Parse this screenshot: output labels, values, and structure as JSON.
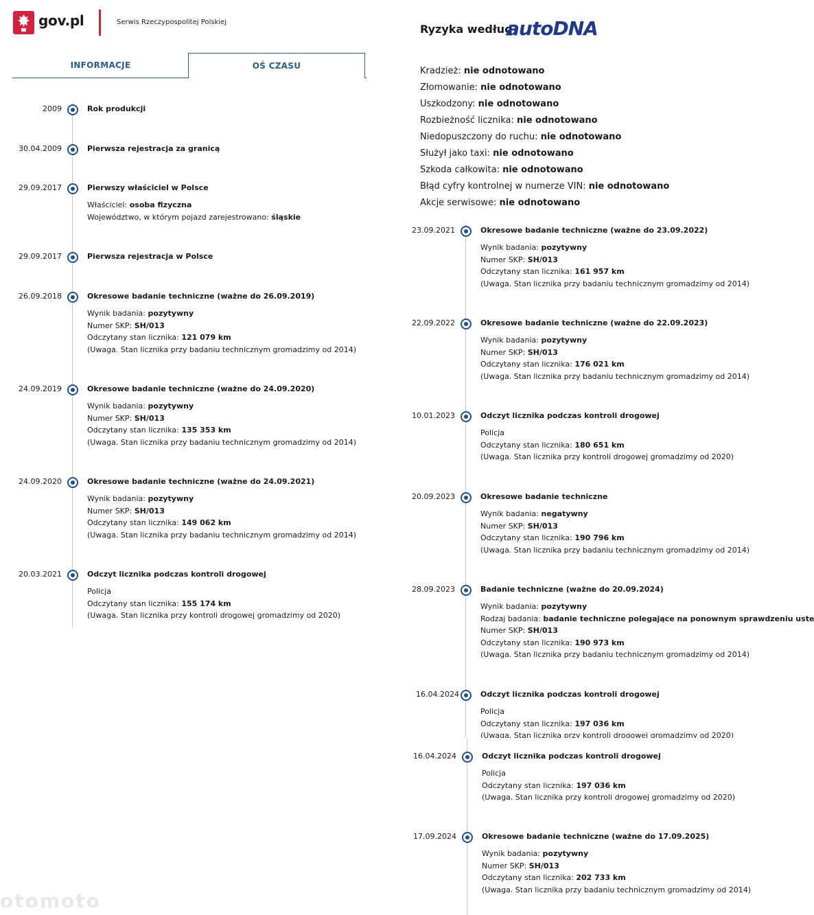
{
  "header": {
    "logo": "gov.pl",
    "subtitle": "Serwis Rzeczypospolitej Polskiej"
  },
  "tabs": [
    {
      "label": "INFORMACJE",
      "active": false
    },
    {
      "label": "OŚ CZASU",
      "active": true
    }
  ],
  "left_timeline": [
    {
      "date": "2009",
      "title": "Rok produkcji",
      "details": []
    },
    {
      "date": "30.04.2009",
      "title": "Pierwsza rejestracja za granicą",
      "details": []
    },
    {
      "date": "29.09.2017",
      "title": "Pierwszy właściciel w Polsce",
      "details": [
        {
          "label": "Właściciel: ",
          "value": "osoba fizyczna"
        },
        {
          "label": "Województwo, w którym pojazd zarejestrowano: ",
          "value": "śląskie"
        }
      ]
    },
    {
      "date": "29.09.2017",
      "title": "Pierwsza rejestracja w Polsce",
      "details": []
    },
    {
      "date": "26.09.2018",
      "title": "Okresowe badanie techniczne (ważne do 26.09.2019)",
      "details": [
        {
          "label": "Wynik badania: ",
          "value": "pozytywny"
        },
        {
          "label": "Numer SKP: ",
          "value": "SH/013"
        },
        {
          "label": "Odczytany stan licznika: ",
          "value": "121 079 km"
        },
        {
          "label": "(Uwaga. Stan licznika przy badaniu technicznym gromadzimy od 2014)",
          "value": ""
        }
      ]
    },
    {
      "date": "24.09.2019",
      "title": "Okresowe badanie techniczne (ważne do 24.09.2020)",
      "details": [
        {
          "label": "Wynik badania: ",
          "value": "pozytywny"
        },
        {
          "label": "Numer SKP: ",
          "value": "SH/013"
        },
        {
          "label": "Odczytany stan licznika: ",
          "value": "135 353 km"
        },
        {
          "label": "(Uwaga. Stan licznika przy badaniu technicznym gromadzimy od 2014)",
          "value": ""
        }
      ]
    },
    {
      "date": "24.09.2020",
      "title": "Okresowe badanie techniczne (ważne do 24.09.2021)",
      "details": [
        {
          "label": "Wynik badania: ",
          "value": "pozytywny"
        },
        {
          "label": "Numer SKP: ",
          "value": "SH/013"
        },
        {
          "label": "Odczytany stan licznika: ",
          "value": "149 062 km"
        },
        {
          "label": "(Uwaga. Stan licznika przy badaniu technicznym gromadzimy od 2014)",
          "value": ""
        }
      ]
    },
    {
      "date": "20.03.2021",
      "title": "Odczyt licznika podczas kontroli drogowej",
      "details": [
        {
          "label": "Policja",
          "value": ""
        },
        {
          "label": "Odczytany stan licznika: ",
          "value": "155 174 km"
        },
        {
          "label": "(Uwaga. Stan licznika przy kontroli drogowej gromadzimy od 2020)",
          "value": ""
        }
      ]
    }
  ],
  "autodna": {
    "heading": "Ryzyka według",
    "logo": "autoDNA",
    "risks": [
      {
        "label": "Kradzież: ",
        "value": "nie odnotowano"
      },
      {
        "label": "Złomowanie: ",
        "value": "nie odnotowano"
      },
      {
        "label": "Uszkodzony: ",
        "value": "nie odnotowano"
      },
      {
        "label": "Rozbieżność licznika: ",
        "value": "nie odnotowano"
      },
      {
        "label": "Niedopuszczony do ruchu: ",
        "value": "nie odnotowano"
      },
      {
        "label": "Służył jako taxi: ",
        "value": "nie odnotowano"
      },
      {
        "label": "Szkoda całkowita: ",
        "value": "nie odnotowano"
      },
      {
        "label": "Błąd cyfry kontrolnej w numerze VIN: ",
        "value": "nie odnotowano"
      },
      {
        "label": "Akcje serwisowe: ",
        "value": "nie odnotowano"
      }
    ]
  },
  "right_timeline": [
    {
      "date": "23.09.2021",
      "title": "Okresowe badanie techniczne (ważne do 23.09.2022)",
      "details": [
        {
          "label": "Wynik badania: ",
          "value": "pozytywny"
        },
        {
          "label": "Numer SKP: ",
          "value": "SH/013"
        },
        {
          "label": "Odczytany stan licznika: ",
          "value": "161 957 km"
        },
        {
          "label": "(Uwaga. Stan licznika przy badaniu technicznym gromadzimy od 2014)",
          "value": ""
        }
      ]
    },
    {
      "date": "22.09.2022",
      "title": "Okresowe badanie techniczne (ważne do 22.09.2023)",
      "details": [
        {
          "label": "Wynik badania: ",
          "value": "pozytywny"
        },
        {
          "label": "Numer SKP: ",
          "value": "SH/013"
        },
        {
          "label": "Odczytany stan licznika: ",
          "value": "176 021 km"
        },
        {
          "label": "(Uwaga. Stan licznika przy badaniu technicznym gromadzimy od 2014)",
          "value": ""
        }
      ]
    },
    {
      "date": "10.01.2023",
      "title": "Odczyt licznika podczas kontroli drogowej",
      "details": [
        {
          "label": "Policja",
          "value": ""
        },
        {
          "label": "Odczytany stan licznika: ",
          "value": "180 651 km"
        },
        {
          "label": "(Uwaga. Stan licznika przy kontroli drogowej gromadzimy od 2020)",
          "value": ""
        }
      ]
    },
    {
      "date": "20.09.2023",
      "title": "Okresowe badanie techniczne",
      "details": [
        {
          "label": "Wynik badania: ",
          "value": "negatywny"
        },
        {
          "label": "Numer SKP: ",
          "value": "SH/013"
        },
        {
          "label": "Odczytany stan licznika: ",
          "value": "190 796 km"
        },
        {
          "label": "(Uwaga. Stan licznika przy badaniu technicznym gromadzimy od 2014)",
          "value": ""
        }
      ]
    },
    {
      "date": "28.09.2023",
      "title": "Badanie techniczne (ważne do 20.09.2024)",
      "details": [
        {
          "label": "Wynik badania: ",
          "value": "pozytywny"
        },
        {
          "label": "Rodzaj badania: ",
          "value": "badanie techniczne polegające na ponownym sprawdzeniu usterek"
        },
        {
          "label": "Numer SKP: ",
          "value": "SH/013"
        },
        {
          "label": "Odczytany stan licznika: ",
          "value": "190 973 km"
        },
        {
          "label": "(Uwaga. Stan licznika przy badaniu technicznym gromadzimy od 2014)",
          "value": ""
        }
      ]
    },
    {
      "date": "16.04.2024",
      "title": "Odczyt licznika podczas kontroli drogowej",
      "details": [
        {
          "label": "Policja",
          "value": ""
        },
        {
          "label": "Odczytany stan licznika: ",
          "value": "197 036 km"
        },
        {
          "label": "(Uwaga. Stan licznika przy kontroli drogowej gromadzimy od 2020)",
          "value": ""
        }
      ]
    }
  ],
  "bottom_timeline": [
    {
      "date": "16.04.2024",
      "title": "Odczyt licznika podczas kontroli drogowej",
      "details": [
        {
          "label": "Policja",
          "value": ""
        },
        {
          "label": "Odczytany stan licznika: ",
          "value": "197 036 km"
        },
        {
          "label": "(Uwaga. Stan licznika przy kontroli drogowej gromadzimy od 2020)",
          "value": ""
        }
      ]
    },
    {
      "date": "17.09.2024",
      "title": "Okresowe badanie techniczne (ważne do 17.09.2025)",
      "details": [
        {
          "label": "Wynik badania: ",
          "value": "pozytywny"
        },
        {
          "label": "Numer SKP: ",
          "value": "SH/013"
        },
        {
          "label": "Odczytany stan licznika: ",
          "value": "202 733 km"
        },
        {
          "label": "(Uwaga. Stan licznika przy badaniu technicznym gromadzimy od 2014)",
          "value": ""
        }
      ]
    }
  ],
  "watermark": "otomoto"
}
